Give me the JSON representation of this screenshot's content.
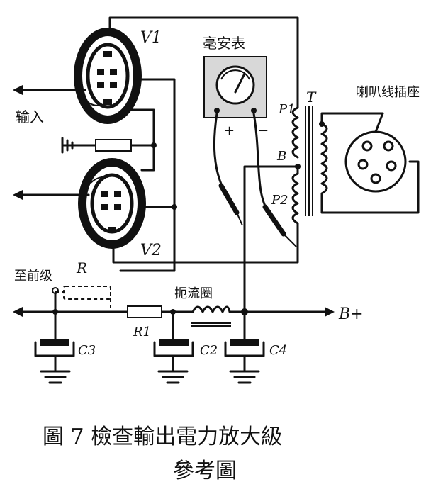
{
  "labels": {
    "tube_v1": "V1",
    "tube_v2": "V2",
    "meter": "毫安表",
    "meter_plus": "+",
    "meter_minus": "−",
    "transformer": "T",
    "primary_p1": "P1",
    "primary_p2": "P2",
    "center_tap": "B",
    "speaker_socket": "喇叭线插座",
    "input": "输入",
    "to_previous_stage": "至前级",
    "resistor_r": "R",
    "resistor_r1": "R1",
    "choke": "扼流圈",
    "b_plus": "B+",
    "c2": "C2",
    "c3": "C3",
    "c4": "C4"
  },
  "caption": {
    "line1": "圖 7   檢查輸出電力放大級",
    "line2": "參考圖"
  }
}
